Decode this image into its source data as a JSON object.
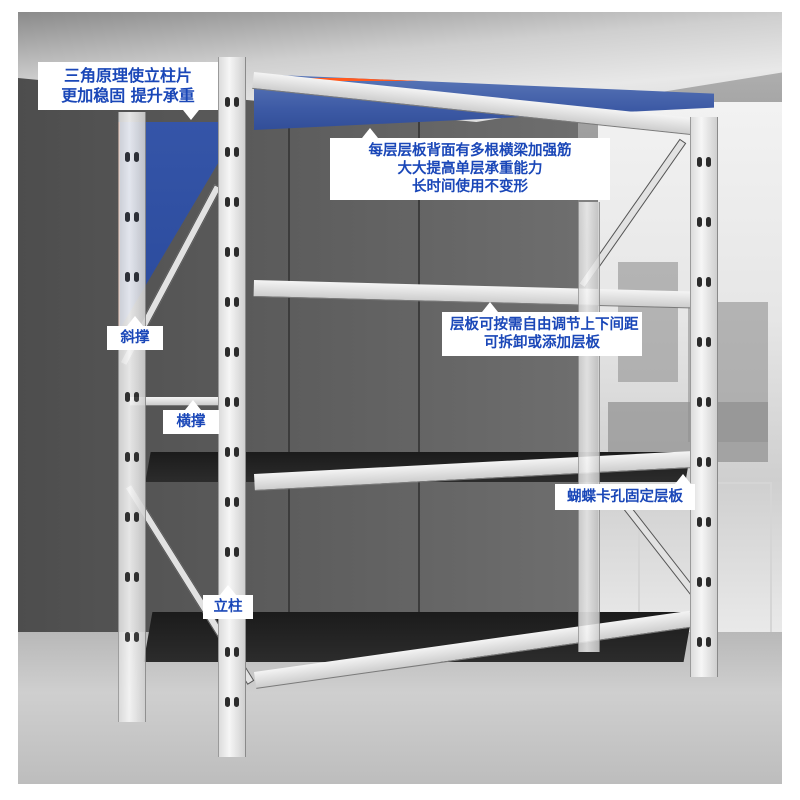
{
  "image": {
    "description": "Stainless steel 4-tier boltless storage shelving unit with annotated feature callouts",
    "colors": {
      "callout_text": "#1a47b8",
      "callout_bg": "#ffffff",
      "highlight_blue": "#2a4a9c",
      "highlight_red": "#ff5a1f"
    }
  },
  "callouts": {
    "triangle_principle": {
      "lines": [
        "三角原理使立柱片",
        "更加稳固 提升承重"
      ]
    },
    "shelf_reinforcement": {
      "lines": [
        "每层层板背面有多根横梁加强筋",
        "大大提高单层承重能力",
        "长时间使用不变形"
      ]
    },
    "adjustable_shelves": {
      "lines": [
        "层板可按需自由调节上下间距",
        "可拆卸或添加层板"
      ]
    },
    "butterfly_holes": {
      "lines": [
        "蝴蝶卡孔固定层板"
      ]
    },
    "diagonal_brace": {
      "label": "斜撑"
    },
    "horizontal_brace": {
      "label": "横撑"
    },
    "upright_post": {
      "label": "立柱"
    }
  },
  "shelf": {
    "tiers": 4,
    "material_finish": "stainless steel",
    "panel_color": "black"
  }
}
